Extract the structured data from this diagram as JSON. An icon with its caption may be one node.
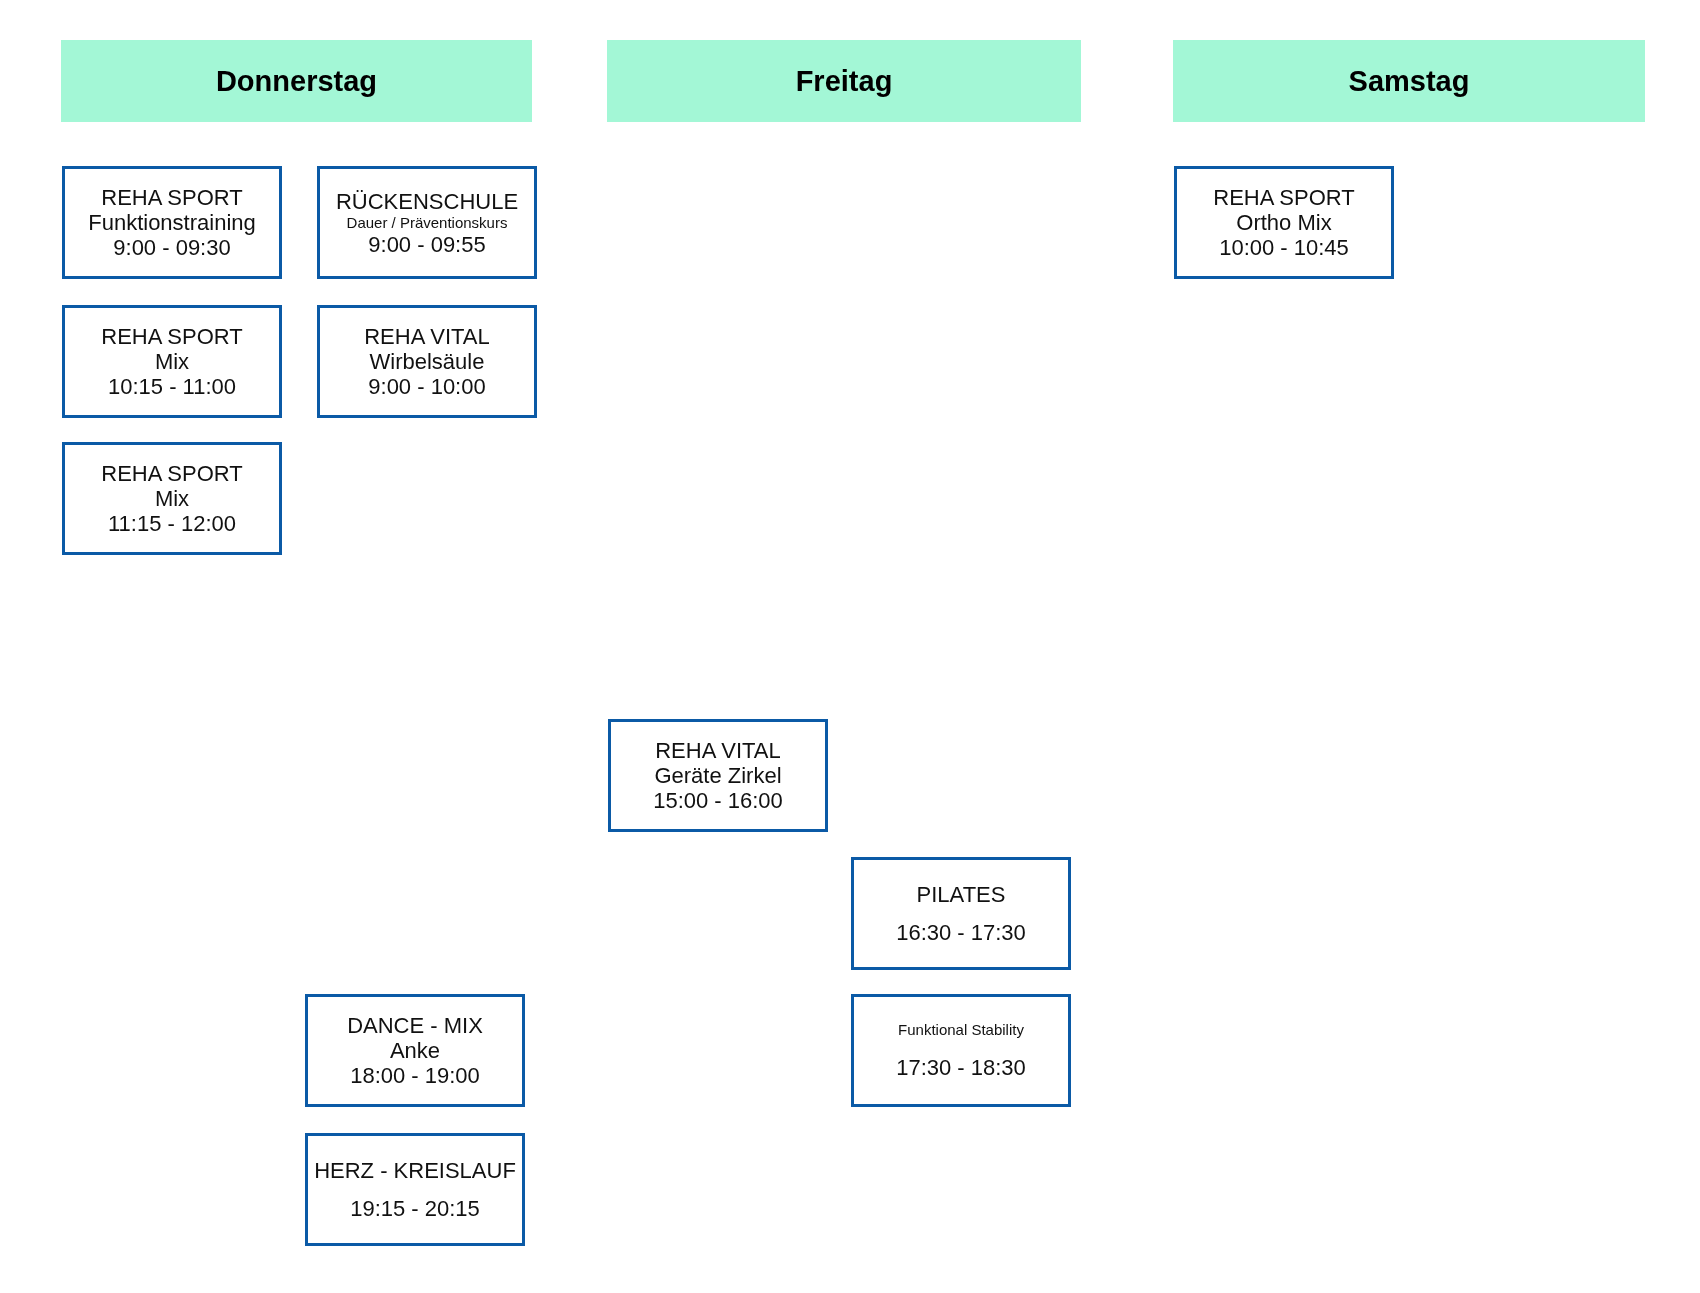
{
  "diagram": {
    "nodes": [
      {
        "text": [
          "Donnerstag"
        ]
      },
      {
        "text": [
          "Freitag"
        ]
      },
      {
        "text": [
          "Samstag"
        ]
      },
      {
        "text": [
          "REHA SPORT",
          "Funktionstraining",
          "9:00 - 09:30"
        ]
      },
      {
        "text": [
          "RÜCKENSCHULE",
          "Dauer / Präventionskurs",
          "9:00 - 09:55"
        ]
      },
      {
        "text": [
          "REHA SPORT",
          "Ortho Mix",
          "10:00 - 10:45"
        ]
      },
      {
        "text": [
          "REHA SPORT",
          "Mix",
          "10:15 - 11:00"
        ]
      },
      {
        "text": [
          "REHA VITAL",
          "Wirbelsäule",
          "9:00 - 10:00"
        ]
      },
      {
        "text": [
          "REHA SPORT",
          "Mix",
          "11:15 - 12:00"
        ]
      },
      {
        "text": [
          "REHA VITAL",
          "Geräte Zirkel",
          "15:00 - 16:00"
        ]
      },
      {
        "text": [
          "PILATES",
          "16:30 - 17:30"
        ]
      },
      {
        "text": [
          "DANCE - MIX",
          "Anke",
          "18:00 - 19:00"
        ]
      },
      {
        "text": [
          "Funktional Stability",
          "17:30 - 18:30"
        ]
      },
      {
        "text": [
          "HERZ - KREISLAUF",
          "19:15 - 20:15"
        ]
      }
    ],
    "edges": []
  }
}
